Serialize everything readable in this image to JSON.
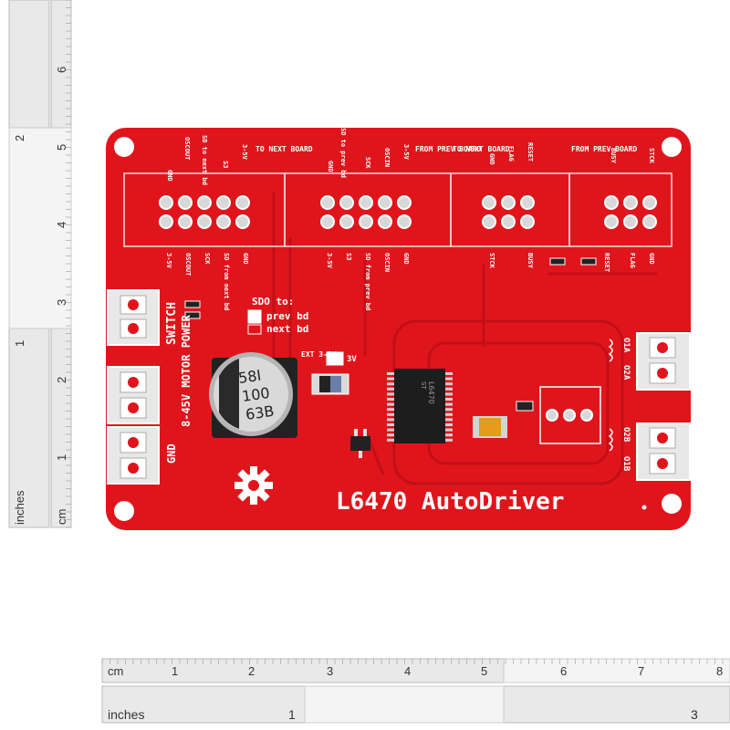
{
  "rulers": {
    "cm_label": "cm",
    "inches_label": "inches",
    "bottom_cm_numbers": [
      "1",
      "2",
      "3",
      "4",
      "5",
      "6",
      "7",
      "8"
    ],
    "bottom_inch_numbers": [
      "1",
      "3"
    ],
    "left_cm_numbers": [
      "1",
      "2",
      "3",
      "4",
      "5",
      "6"
    ],
    "left_inch_numbers": [
      "1",
      "2"
    ]
  },
  "board": {
    "title": "L6470 AutoDriver",
    "header_groups": [
      {
        "top_labels": [
          "GND",
          "OSCOUT",
          "SD to next bd",
          "S3",
          "3-5V"
        ],
        "caption": "TO NEXT BOARD",
        "bottom_labels": [
          "3-5V",
          "OSCOUT",
          "SCK",
          "SD from next bd",
          "GND"
        ]
      },
      {
        "top_labels": [
          "GND",
          "SD to prev bd",
          "SCK",
          "OSCIN",
          "3-5V"
        ],
        "caption": "FROM PREV BOARD",
        "bottom_labels": [
          "3-5V",
          "S3",
          "SD from prev bd",
          "OSCIN",
          "GND"
        ]
      },
      {
        "top_labels": [
          "GND",
          "FLAG",
          "RESET"
        ],
        "caption": "TO NEXT BOARD",
        "bottom_labels": [
          "STCK",
          "BUSY"
        ]
      },
      {
        "top_labels": [
          "BUSY",
          "STCK"
        ],
        "caption": "FROM PREV BOARD",
        "bottom_labels": [
          "RESET",
          "FLAG",
          "GND"
        ]
      }
    ],
    "sdo_title": "SDO to:",
    "sdo_options": [
      "prev bd",
      "next bd"
    ],
    "ext_label": "EXT 3-5V",
    "ext_3v": "3V",
    "switch_label": "SWITCH",
    "power_label": "8-45V MOTOR POWER",
    "gnd_label": "GND",
    "output_labels": [
      "O1A",
      "O2A",
      "O2B",
      "O1B"
    ],
    "capacitor_text": [
      "58I",
      "100",
      "63B"
    ],
    "chip_text": [
      "L6470",
      "ST"
    ]
  },
  "colors": {
    "pcb_red": "#e0151c",
    "pcb_dark": "#c20f16",
    "silkscreen": "#ffffff",
    "pad": "#d8d8d8",
    "ruler_bg": "#e9e9e9"
  }
}
